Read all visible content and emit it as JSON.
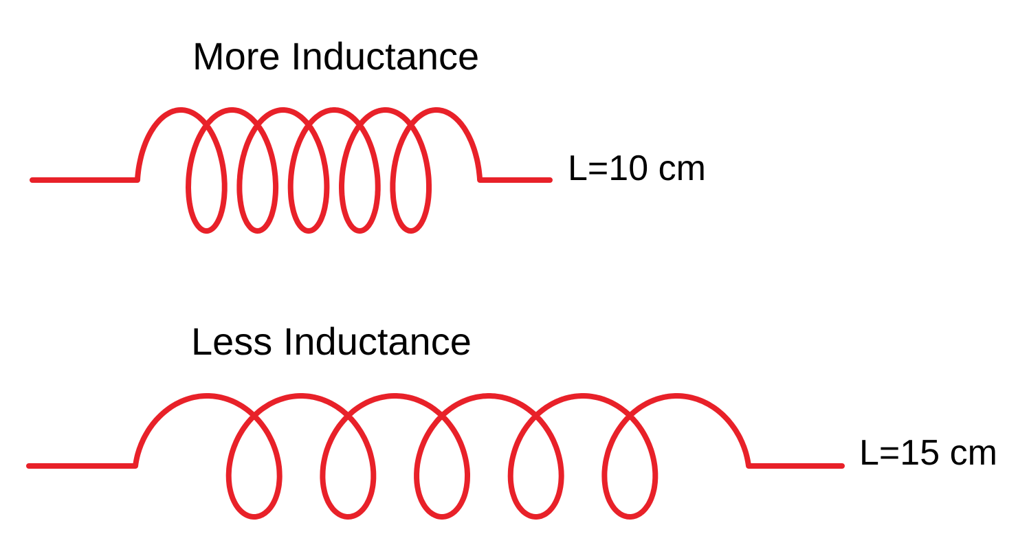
{
  "diagram": {
    "background_color": "#ffffff",
    "wire_color": "#e82129",
    "text_color": "#000000",
    "coils": [
      {
        "title": "More Inductance",
        "length_label": "L=10 cm",
        "humps": 6,
        "loops": 5
      },
      {
        "title": "Less Inductance",
        "length_label": "L=15 cm",
        "humps": 6,
        "loops": 5
      }
    ]
  }
}
